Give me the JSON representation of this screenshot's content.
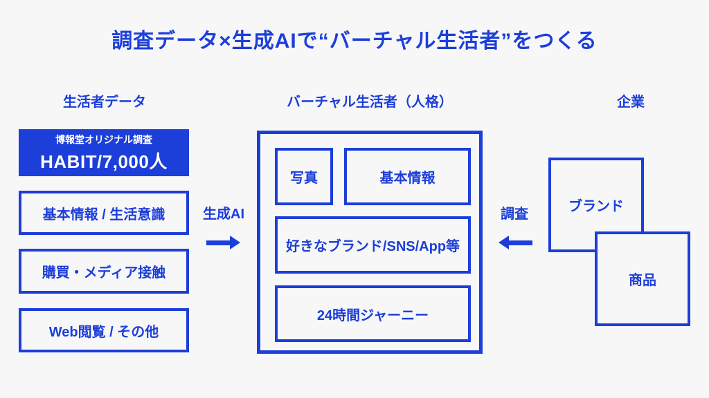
{
  "title": "調査データ×生成AIで“バーチャル生活者”をつくる",
  "colors": {
    "brand_blue": "#1c3ed9",
    "background": "#f7f7f8",
    "filled_box_text": "#ffffff"
  },
  "columns": {
    "consumer_data": {
      "header": "生活者データ",
      "survey_box": {
        "subtitle": "博報堂オリジナル調査",
        "title": "HABIT/7,000人"
      },
      "items": [
        "基本情報 / 生活意識",
        "購買・メディア接触",
        "Web閲覧 / その他"
      ]
    },
    "virtual_consumer": {
      "header": "バーチャル生活者（人格）",
      "cells": {
        "photo": "写真",
        "basic_info": "基本情報",
        "favorites": "好きなブランド/SNS/App等",
        "journey": "24時間ジャーニー"
      }
    },
    "company": {
      "header": "企業",
      "brand_box": "ブランド",
      "product_box": "商品"
    }
  },
  "connectors": {
    "left": {
      "label": "生成AI",
      "direction": "right"
    },
    "right": {
      "label": "調査",
      "direction": "left"
    }
  }
}
